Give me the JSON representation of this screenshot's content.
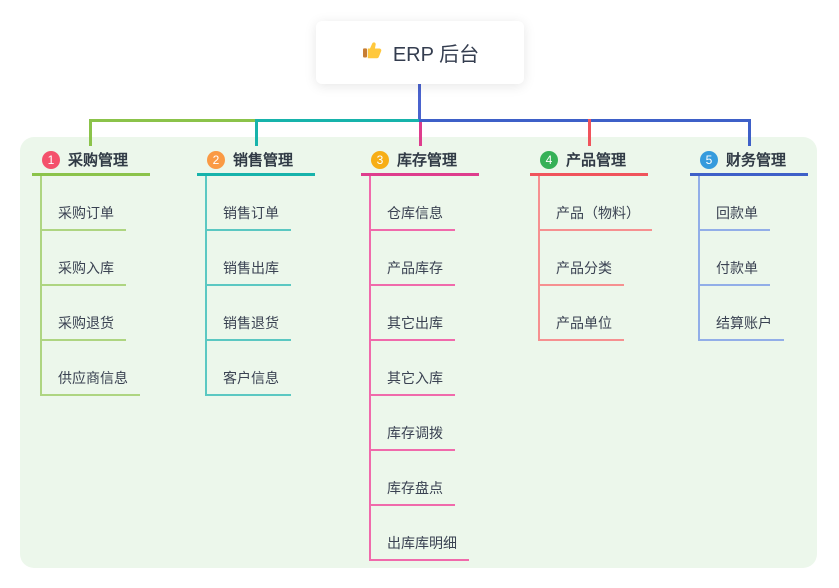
{
  "root": {
    "title": "ERP 后台",
    "icon": "thumbs-up-icon"
  },
  "colors": {
    "page_bg": "#FFFFFF",
    "panel_bg": "#ECF7EB",
    "root_connector": "#4A63CE",
    "root_text": "#343D4F",
    "node_text": "#3A4252"
  },
  "branches": [
    {
      "index": "1",
      "title": "采购管理",
      "badge_color": "#F4516C",
      "line_color": "#8BC34A",
      "child_line_color": "#AED581",
      "children": [
        "采购订单",
        "采购入库",
        "采购退货",
        "供应商信息"
      ]
    },
    {
      "index": "2",
      "title": "销售管理",
      "badge_color": "#FA9A44",
      "line_color": "#17B3AB",
      "child_line_color": "#5BC8C2",
      "children": [
        "销售订单",
        "销售出库",
        "销售退货",
        "客户信息"
      ]
    },
    {
      "index": "3",
      "title": "库存管理",
      "badge_color": "#F7AE16",
      "line_color": "#DE3D8D",
      "child_line_color": "#F06AAB",
      "children": [
        "仓库信息",
        "产品库存",
        "其它出库",
        "其它入库",
        "库存调拨",
        "库存盘点",
        "出库库明细"
      ]
    },
    {
      "index": "4",
      "title": "产品管理",
      "badge_color": "#36B157",
      "line_color": "#F0545C",
      "child_line_color": "#F69090",
      "children": [
        "产品（物料）",
        "产品分类",
        "产品单位"
      ]
    },
    {
      "index": "5",
      "title": "财务管理",
      "badge_color": "#359BDD",
      "line_color": "#3E60C8",
      "child_line_color": "#92AEE8",
      "children": [
        "回款单",
        "付款单",
        "结算账户"
      ]
    }
  ]
}
